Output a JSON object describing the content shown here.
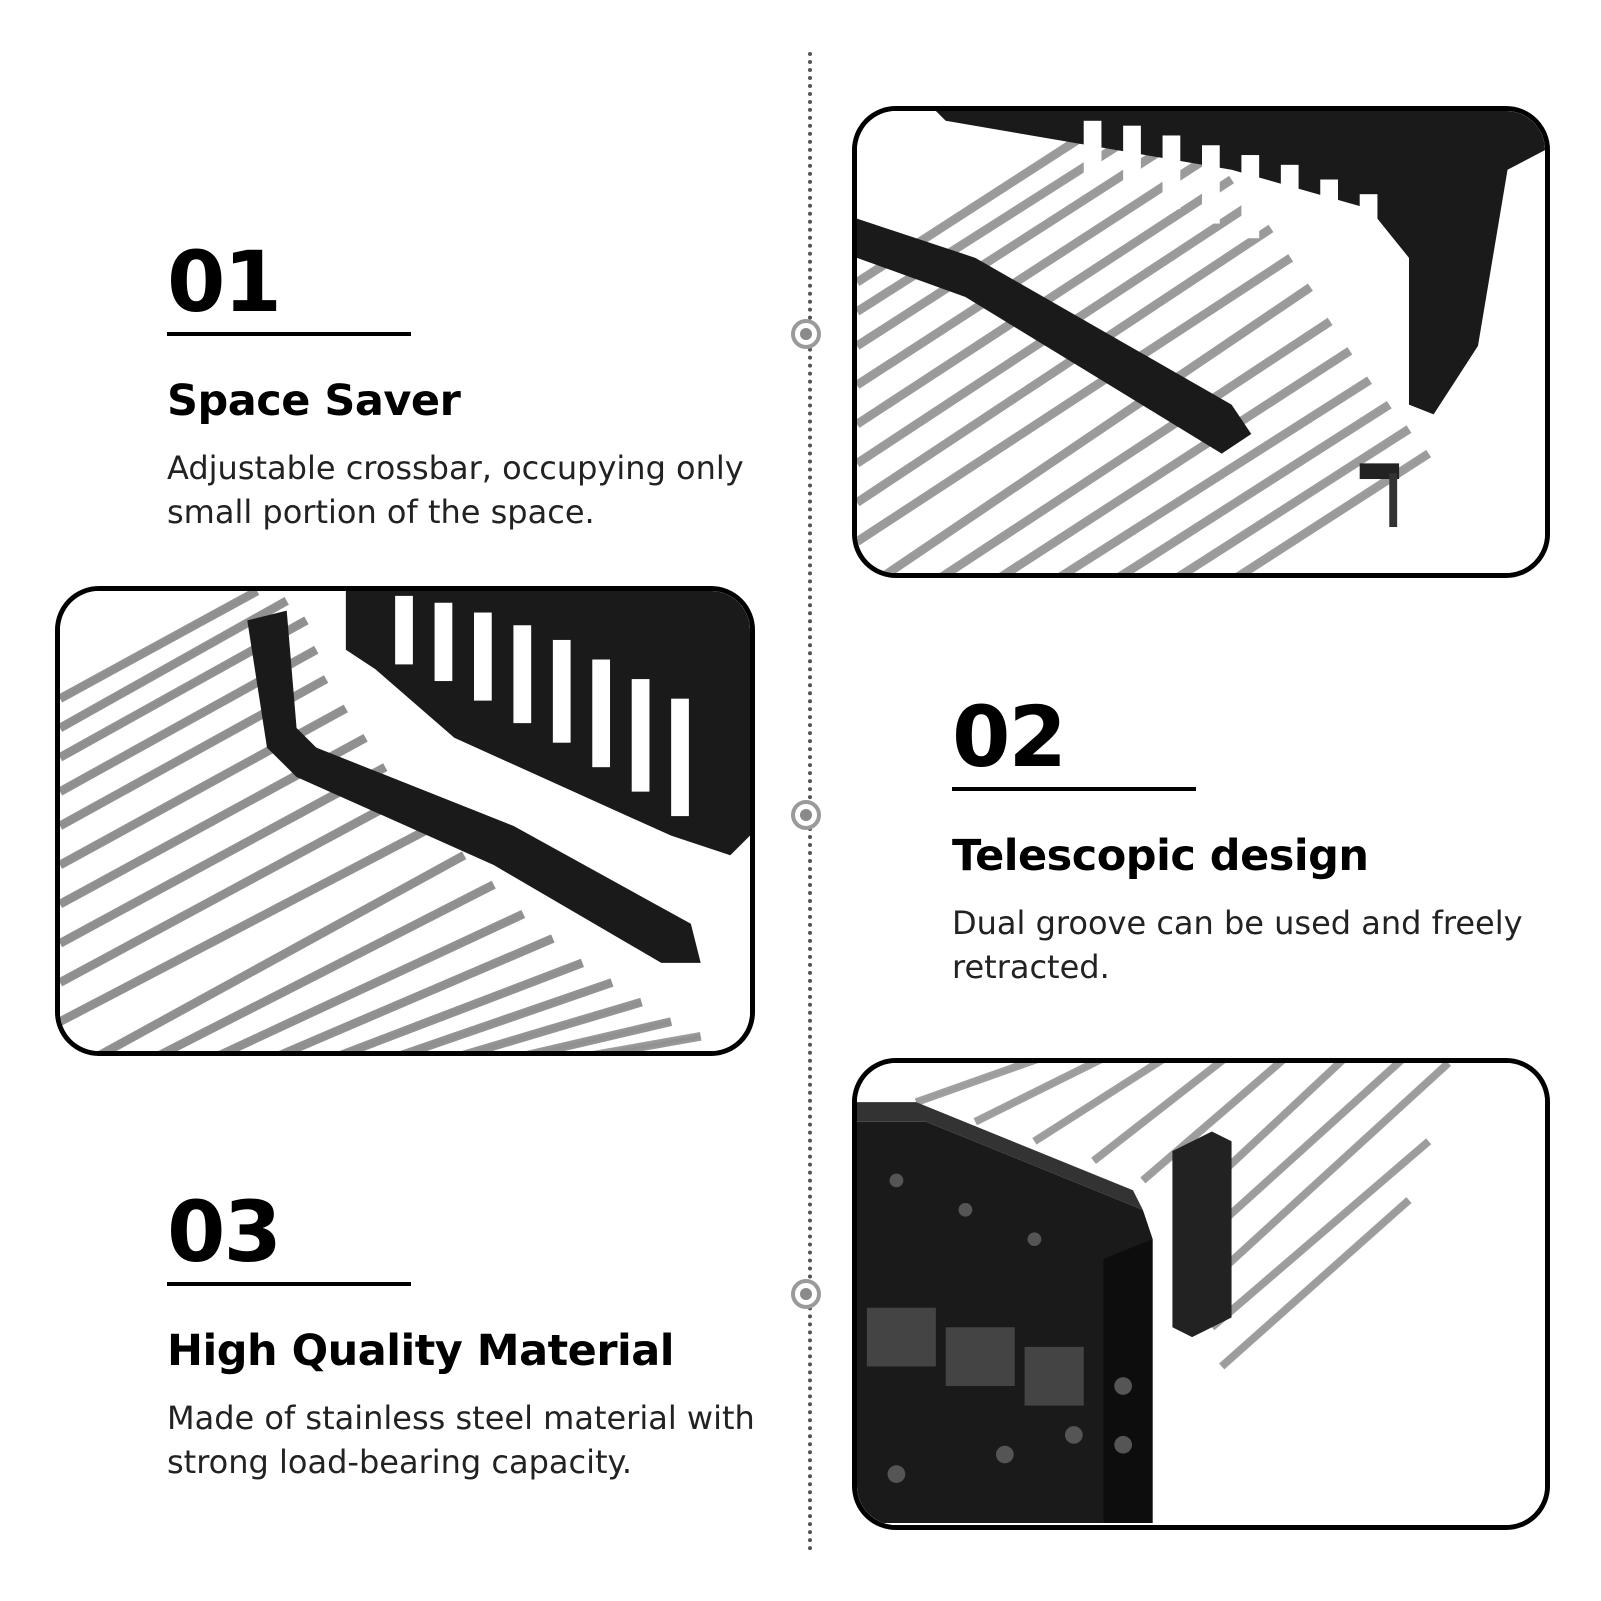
{
  "features": [
    {
      "number": "01",
      "title": "Space Saver",
      "description": "Adjustable crossbar, occupying only small portion of the space."
    },
    {
      "number": "02",
      "title": "Telescopic design",
      "description": "Dual groove can be used and freely retracted."
    },
    {
      "number": "03",
      "title": "High Quality Material",
      "description": "Made of stainless steel material with strong load-bearing capacity."
    }
  ],
  "images": [
    {
      "icon": "drying-rack-crossbar-photo"
    },
    {
      "icon": "drying-rack-telescopic-photo"
    },
    {
      "icon": "drying-rack-frame-photo"
    }
  ],
  "colors": {
    "text": "#000000",
    "frame": "#000000",
    "node": "#9a9a9a",
    "steel": "#c8c8c8",
    "rack": "#1a1a1a"
  }
}
